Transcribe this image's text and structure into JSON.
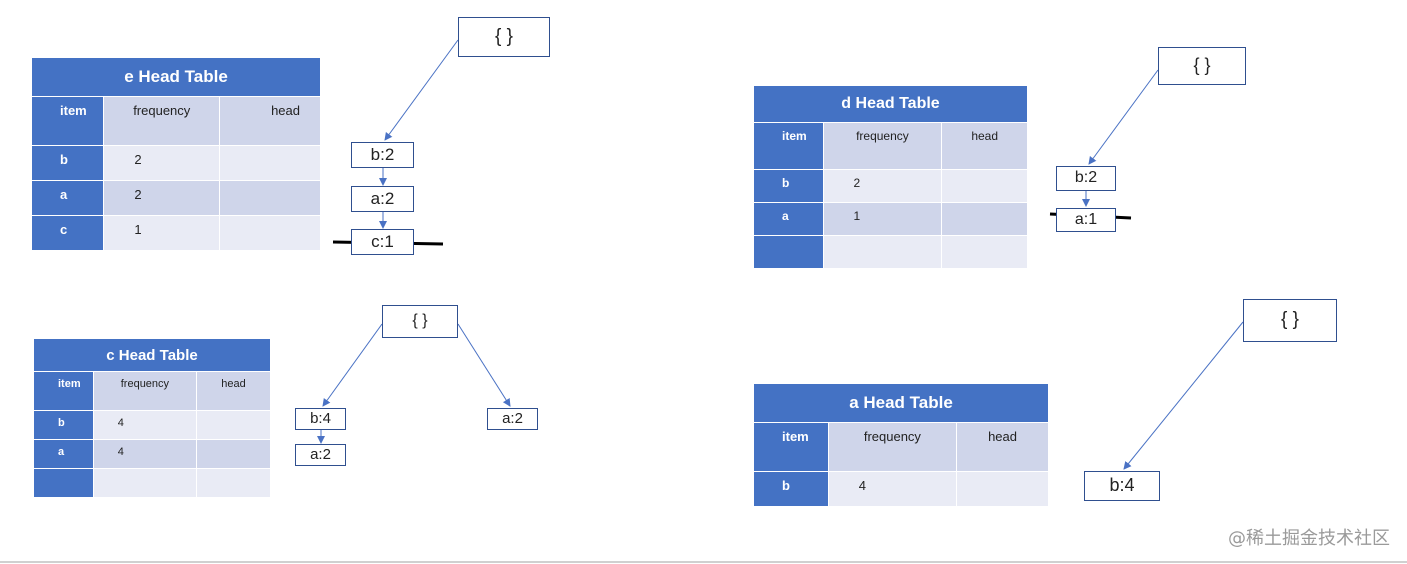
{
  "tables": {
    "e": {
      "title": "e Head Table",
      "headers": [
        "item",
        "frequency",
        "head"
      ],
      "rows": [
        {
          "item": "b",
          "frequency": "2",
          "head": ""
        },
        {
          "item": "a",
          "frequency": "2",
          "head": ""
        },
        {
          "item": "c",
          "frequency": "1",
          "head": ""
        }
      ]
    },
    "d": {
      "title": "d Head Table",
      "headers": [
        "item",
        "frequency",
        "head"
      ],
      "rows": [
        {
          "item": "b",
          "frequency": "2",
          "head": ""
        },
        {
          "item": "a",
          "frequency": "1",
          "head": ""
        },
        {
          "item": "",
          "frequency": "",
          "head": ""
        }
      ]
    },
    "c": {
      "title": "c Head Table",
      "headers": [
        "item",
        "frequency",
        "head"
      ],
      "rows": [
        {
          "item": "b",
          "frequency": "4",
          "head": ""
        },
        {
          "item": "a",
          "frequency": "4",
          "head": ""
        },
        {
          "item": "",
          "frequency": "",
          "head": ""
        }
      ]
    },
    "a": {
      "title": "a Head Table",
      "headers": [
        "item",
        "frequency",
        "head"
      ],
      "rows": [
        {
          "item": "b",
          "frequency": "4",
          "head": ""
        }
      ]
    }
  },
  "trees": {
    "e": {
      "root": "{ }",
      "n1": "b:2",
      "n2": "a:2",
      "n3": "c:1"
    },
    "d": {
      "root": "{ }",
      "n1": "b:2",
      "n2": "a:1"
    },
    "c": {
      "root": "{ }",
      "n1": "b:4",
      "n2": "a:2",
      "n3": "a:2"
    },
    "a": {
      "root": "{ }",
      "n1": "b:4"
    }
  },
  "watermark": "@稀土掘金技术社区",
  "colors": {
    "header_blue": "#4472c4",
    "cell_dark": "#cfd5ea",
    "cell_light": "#e9ebf5",
    "link": "#4a72c4"
  }
}
